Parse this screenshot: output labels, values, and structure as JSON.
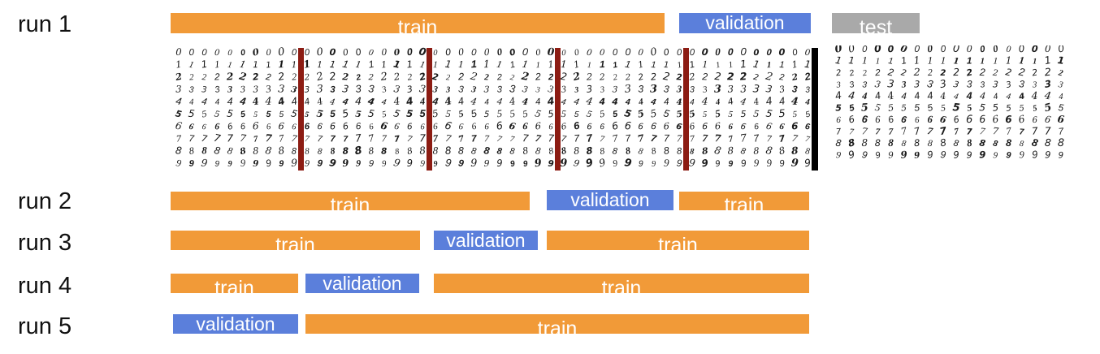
{
  "colors": {
    "train": "#f19a38",
    "validation": "#5b7fdb",
    "test": "#a9a9a9",
    "fold_marker": "#8c1c13",
    "separator": "#000000",
    "digit_ink": "#1a1a1a"
  },
  "runs": [
    {
      "label": "run 1",
      "segments": [
        {
          "kind": "train",
          "label": "train"
        },
        {
          "kind": "validation",
          "label": "validation"
        },
        {
          "kind": "test",
          "label": "test"
        }
      ]
    },
    {
      "label": "run 2",
      "segments": [
        {
          "kind": "train",
          "label": "train"
        },
        {
          "kind": "validation",
          "label": "validation"
        },
        {
          "kind": "train",
          "label": "train"
        }
      ]
    },
    {
      "label": "run 3",
      "segments": [
        {
          "kind": "train",
          "label": "train"
        },
        {
          "kind": "validation",
          "label": "validation"
        },
        {
          "kind": "train",
          "label": "train"
        }
      ]
    },
    {
      "label": "run 4",
      "segments": [
        {
          "kind": "train",
          "label": "train"
        },
        {
          "kind": "validation",
          "label": "validation"
        },
        {
          "kind": "train",
          "label": "train"
        }
      ]
    },
    {
      "label": "run 5",
      "segments": [
        {
          "kind": "validation",
          "label": "validation"
        },
        {
          "kind": "train",
          "label": "train"
        }
      ]
    }
  ],
  "digit_grid": {
    "rows": [
      "0",
      "1",
      "2",
      "3",
      "4",
      "5",
      "6",
      "7",
      "8",
      "9"
    ],
    "folds": 5,
    "columns_per_fold": 10,
    "test_columns": 18
  }
}
